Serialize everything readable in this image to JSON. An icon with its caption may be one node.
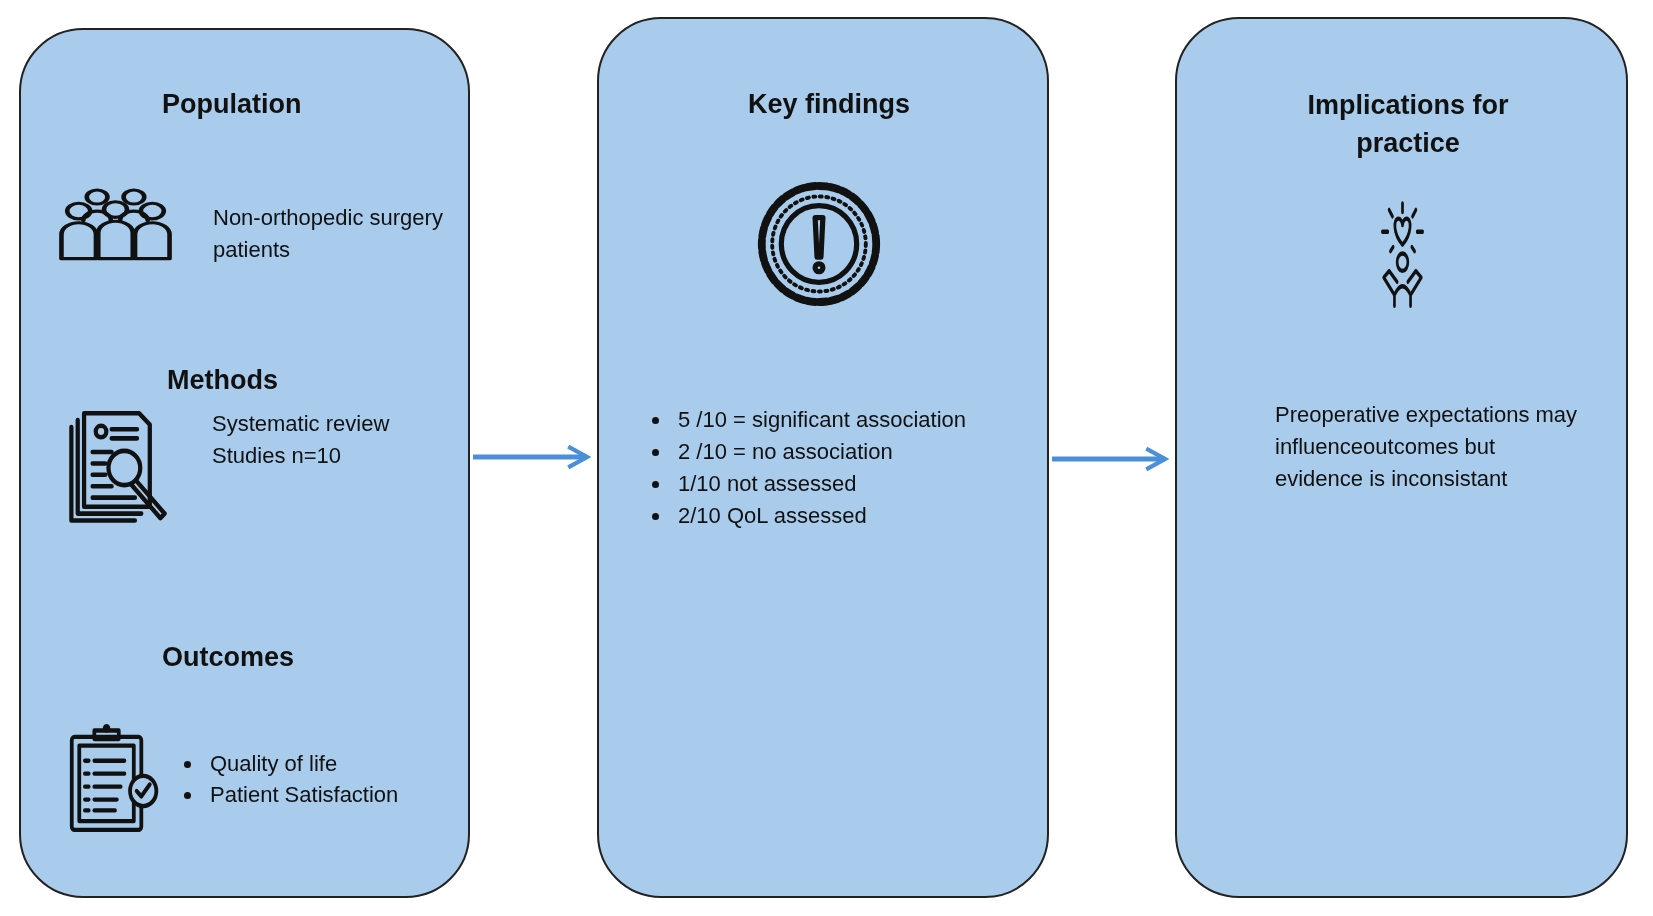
{
  "diagram": {
    "nodes": [
      {
        "text": [
          "Population",
          "Non-orthopedic surgery patients",
          "Methods",
          "Systematic review Studies n=10",
          "Outcomes",
          "Quality of life",
          "Patient Satisfaction"
        ]
      },
      {
        "text": [
          "Key findings",
          "5 /10 = significant association",
          "2 /10 = no association",
          "1/10 not assessed",
          "2/10 QoL assessed"
        ]
      },
      {
        "text": [
          "Implications for practice",
          "Preoperative expectations may influenceoutcomes but evidence is inconsistant"
        ]
      }
    ],
    "edges": [
      {
        "from": 0,
        "to": 1,
        "arrow": "to"
      },
      {
        "from": 1,
        "to": 2,
        "arrow": "to"
      }
    ]
  }
}
